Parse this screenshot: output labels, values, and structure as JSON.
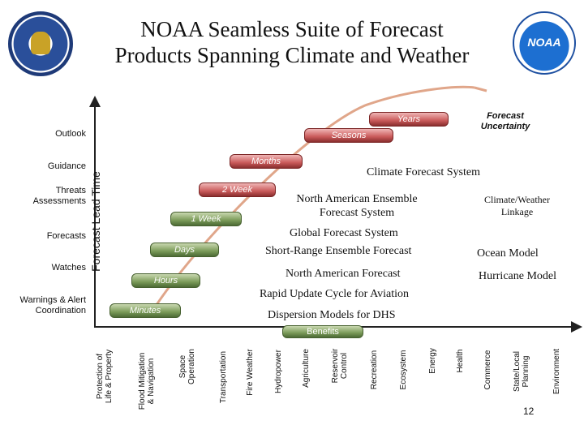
{
  "title_line1": "NOAA Seamless Suite of Forecast",
  "title_line2": "Products Spanning Climate and Weather",
  "logo_right_text": "NOAA",
  "forecast_uncertainty": "Forecast\nUncertainty",
  "lead_time_axis": "Forecast Lead Time",
  "left_labels": {
    "outlook": "Outlook",
    "guidance": "Guidance",
    "threats": "Threats\nAssessments",
    "forecasts": "Forecasts",
    "watches": "Watches",
    "warnings": "Warnings & Alert\nCoordination"
  },
  "time_bars": {
    "years": "Years",
    "seasons": "Seasons",
    "months": "Months",
    "two_week": "2 Week",
    "one_week": "1 Week",
    "days": "Days",
    "hours": "Hours",
    "minutes": "Minutes"
  },
  "systems": {
    "climate_forecast": "Climate Forecast System",
    "na_ensemble": "North American Ensemble\nForecast System",
    "climate_weather_linkage": "Climate/Weather\nLinkage",
    "global_forecast": "Global Forecast System",
    "short_range_ensemble": "Short-Range Ensemble Forecast",
    "ocean_model": "Ocean Model",
    "na_forecast": "North American Forecast",
    "hurricane_model": "Hurricane Model",
    "rapid_update": "Rapid Update Cycle for Aviation",
    "dispersion": "Dispersion Models for DHS"
  },
  "benefits_label": "Benefits",
  "benefits": [
    "Protection of\nLife & Property",
    "Flood Mitigation\n& Navigation",
    "Space\nOperation",
    "Transportation",
    "Fire Weather",
    "Hydropower",
    "Agriculture",
    "Reservoir\nControl",
    "Recreation",
    "Ecosystem",
    "Energy",
    "Health",
    "Commerce",
    "State/Local\nPlanning",
    "Environment"
  ],
  "page_number": "12"
}
